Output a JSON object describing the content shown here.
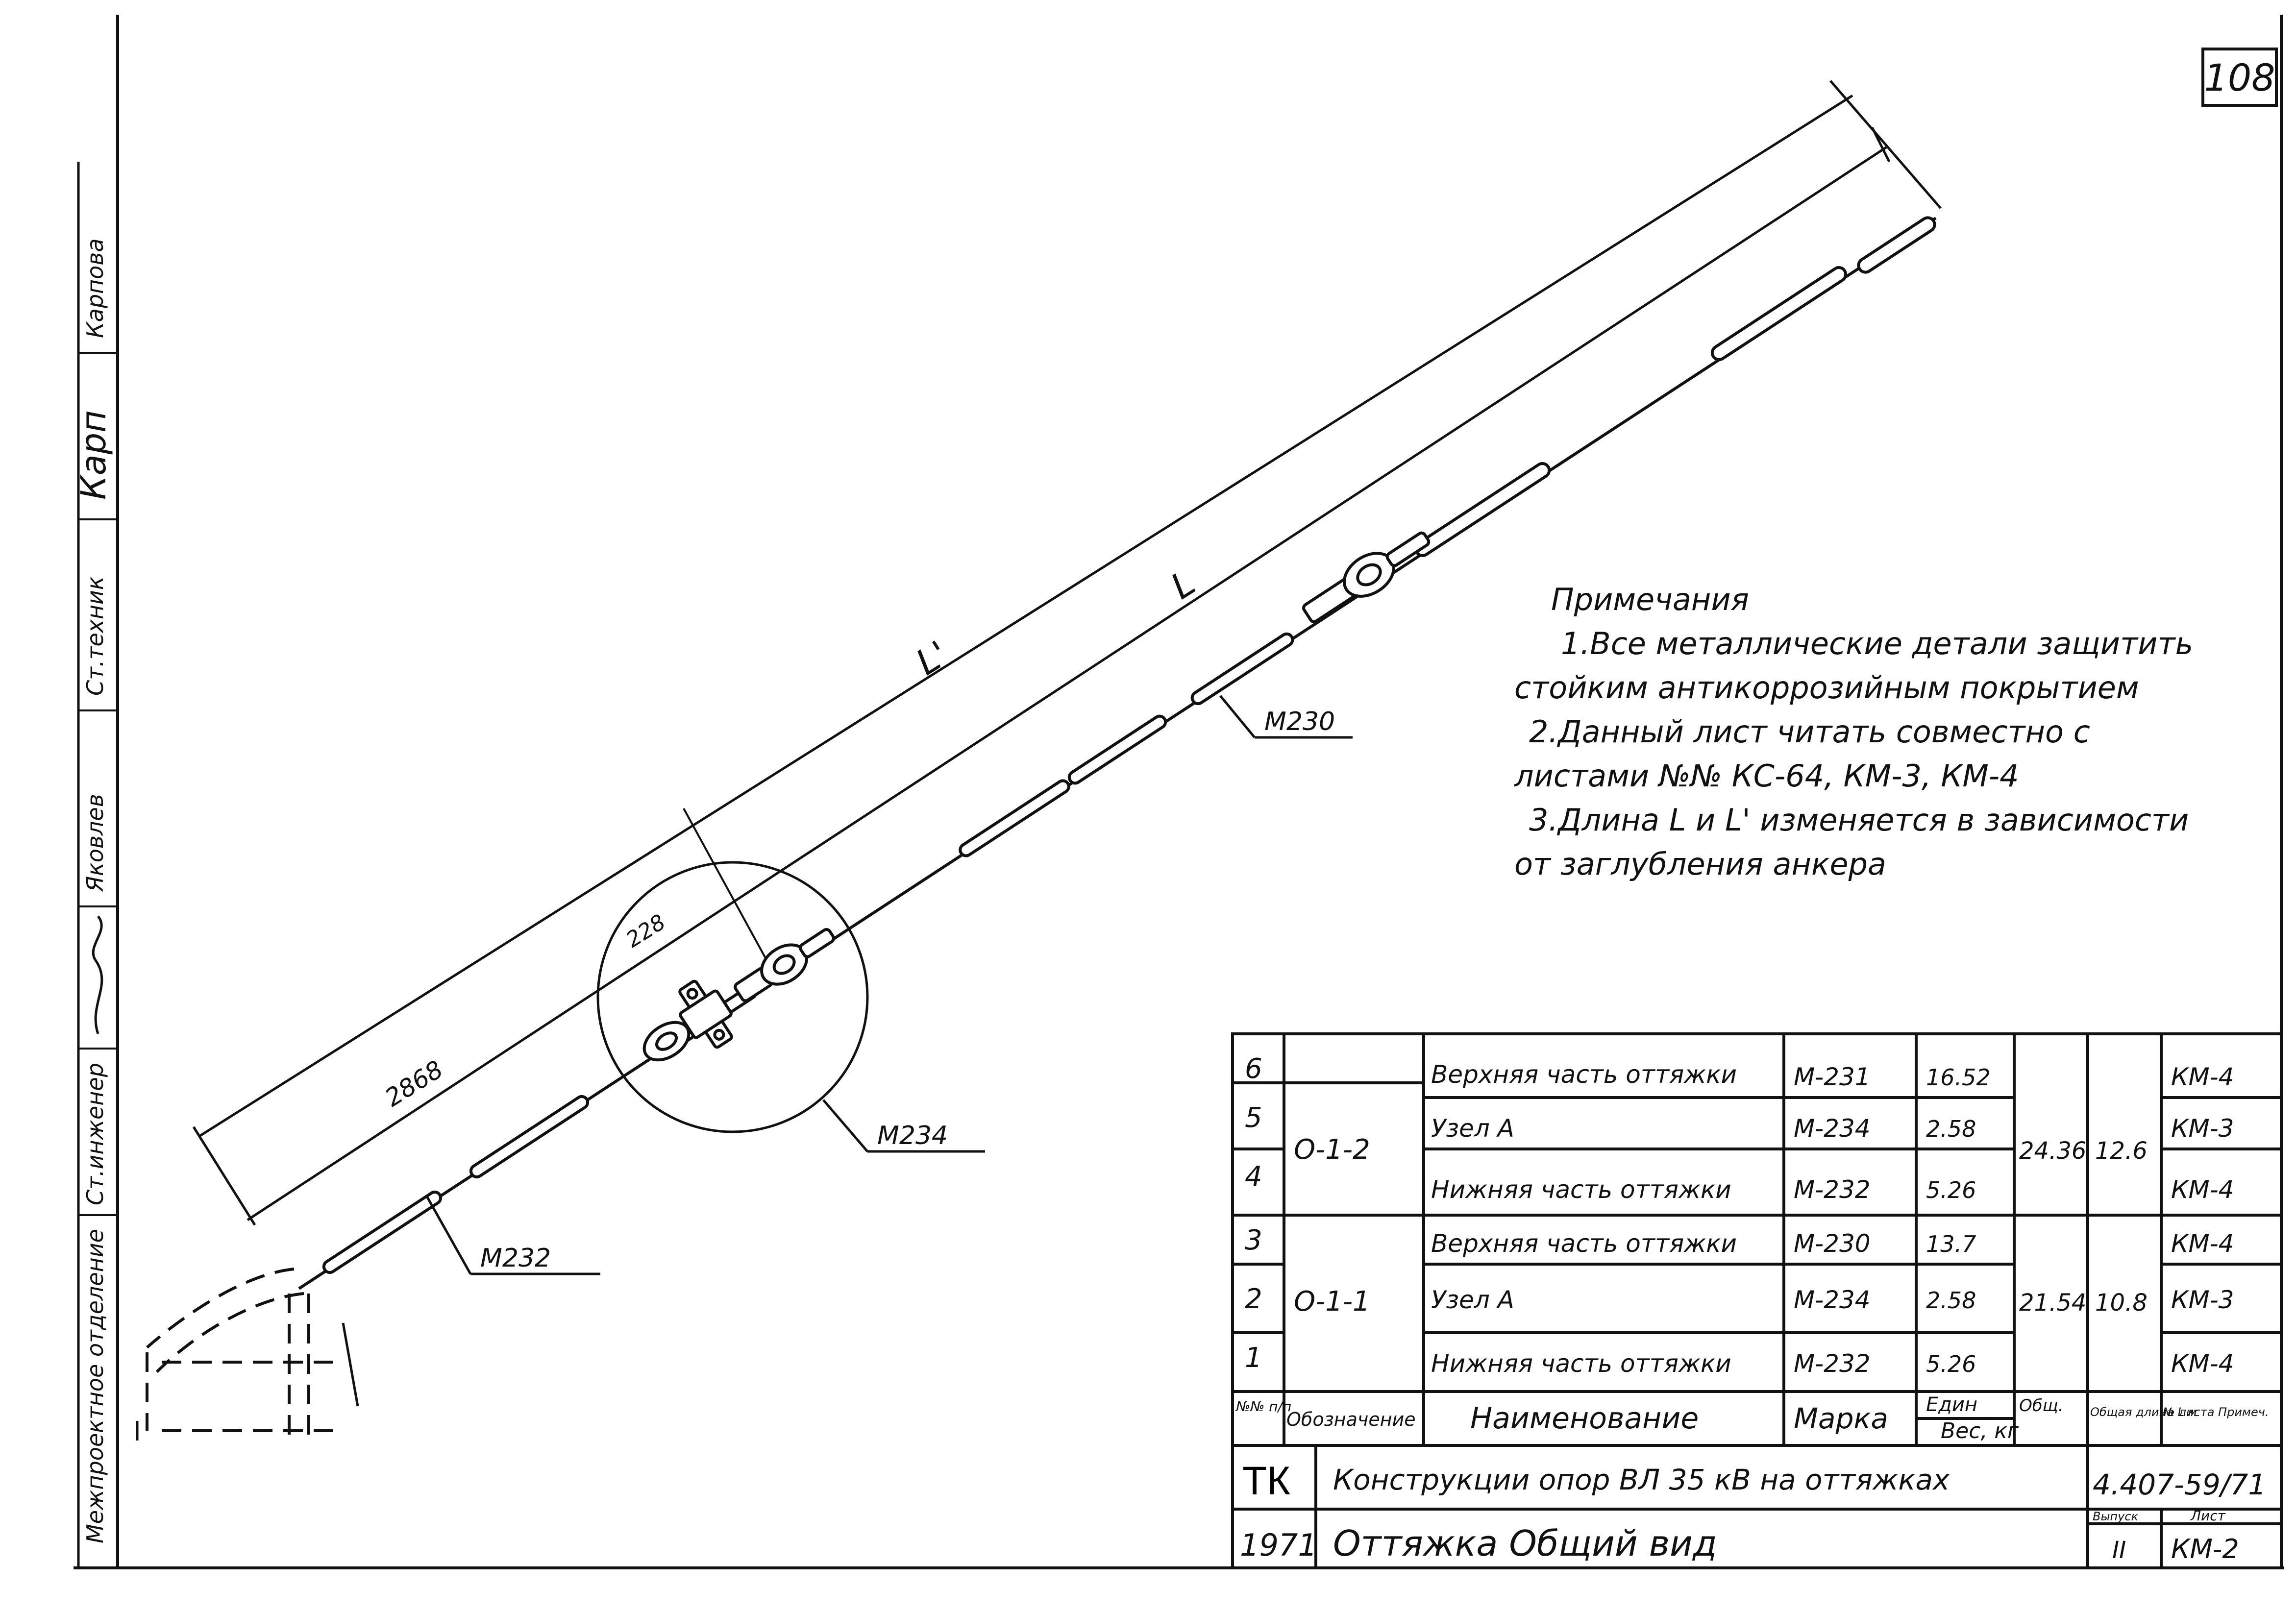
{
  "sheet_number": "108",
  "side_stamp": {
    "labels": [
      "Межпроектное отделение",
      "Ст.инженер",
      "Яковлев",
      "Ст.техник",
      "Карп",
      "Карпова"
    ]
  },
  "drawing": {
    "dim_L_prime": "L'",
    "dim_L": "L",
    "dim_2868": "2868",
    "dim_228": "228",
    "callouts": {
      "m230": "М230",
      "m234": "М234",
      "m232": "М232"
    }
  },
  "notes": {
    "title": "Примечания",
    "lines": [
      "1.Все металлические детали защитить",
      "стойким антикоррозийным покрытием",
      "2.Данный лист читать совместно с",
      "листами №№ КС-64, КМ-3, КМ-4",
      "3.Длина L и L' изменяется в зависимости",
      "от заглубления анкера"
    ]
  },
  "spec_table": {
    "header": {
      "num": "№№ п/п",
      "designation": "Обозначение",
      "name": "Наименование",
      "mark": "Марка",
      "unit_weight": "Един",
      "total_weight": "Общ.",
      "weight_group": "Вес, кг",
      "total_length": "Общая длина L м",
      "sheet_ref": "№ листа Примеч."
    },
    "groups": [
      {
        "designation": "О-1-2",
        "total_weight": "24.36",
        "total_length": "12.6"
      },
      {
        "designation": "О-1-1",
        "total_weight": "21.54",
        "total_length": "10.8"
      }
    ],
    "rows": [
      {
        "num": "6",
        "name": "Верхняя часть оттяжки",
        "mark": "М-231",
        "unit_weight": "16.52",
        "sheet": "КМ-4"
      },
      {
        "num": "5",
        "name": "Узел А",
        "mark": "М-234",
        "unit_weight": "2.58",
        "sheet": "КМ-3"
      },
      {
        "num": "4",
        "name": "Нижняя часть оттяжки",
        "mark": "М-232",
        "unit_weight": "5.26",
        "sheet": "КМ-4"
      },
      {
        "num": "3",
        "name": "Верхняя часть оттяжки",
        "mark": "М-230",
        "unit_weight": "13.7",
        "sheet": "КМ-4"
      },
      {
        "num": "2",
        "name": "Узел А",
        "mark": "М-234",
        "unit_weight": "2.58",
        "sheet": "КМ-3"
      },
      {
        "num": "1",
        "name": "Нижняя часть оттяжки",
        "mark": "М-232",
        "unit_weight": "5.26",
        "sheet": "КМ-4"
      }
    ]
  },
  "title_block": {
    "org": "ТК",
    "year": "1971",
    "project": "Конструкции опор ВЛ 35 кВ на оттяжках",
    "drawing_title": "Оттяжка Общий вид",
    "doc_number": "4.407-59/71",
    "issue_label": "Выпуск",
    "issue": "II",
    "sheet_label": "Лист",
    "sheet": "КМ-2"
  }
}
